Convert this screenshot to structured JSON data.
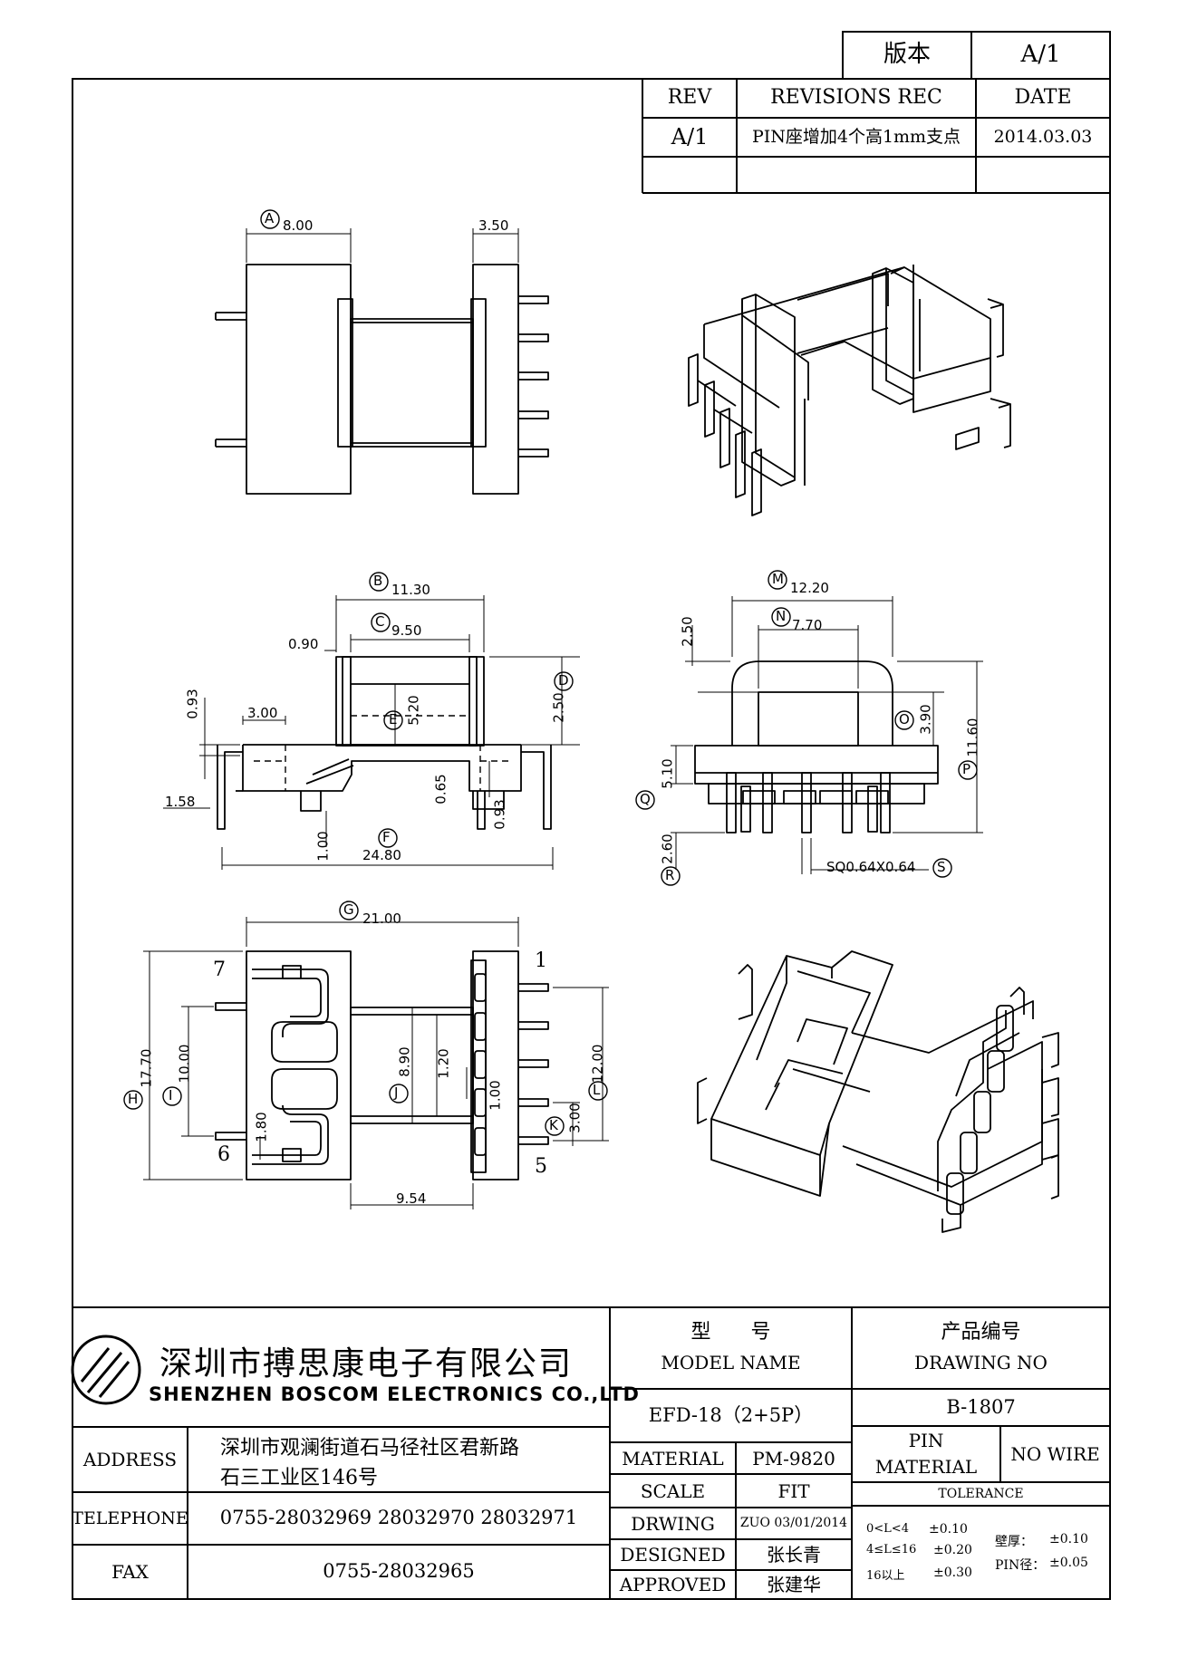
{
  "version_box": {
    "label": "版本",
    "value": "A/1"
  },
  "revision_table": {
    "headers": {
      "rev": "REV",
      "revisions": "REVISIONS REC",
      "date": "DATE"
    },
    "rows": [
      {
        "rev": "A/1",
        "record": "PIN座增加4个高1mm支点",
        "date": "2014.03.03"
      }
    ]
  },
  "top_view": {
    "dim_a": "8.00",
    "dim_a_tag": "A",
    "dim_right": "3.50"
  },
  "side_view": {
    "dim_b": "11.30",
    "dim_b_tag": "B",
    "dim_c": "9.50",
    "dim_c_tag": "C",
    "dim_090": "0.90",
    "dim_093_left": "0.93",
    "dim_300": "3.00",
    "dim_e": "5.20",
    "dim_e_tag": "E",
    "dim_d": "2.50",
    "dim_d_tag": "D",
    "dim_065": "0.65",
    "dim_093_right": "0.93",
    "dim_158": "1.58",
    "dim_100": "1.00",
    "dim_f": "24.80",
    "dim_f_tag": "F"
  },
  "end_view": {
    "dim_m": "12.20",
    "dim_m_tag": "M",
    "dim_n": "7.70",
    "dim_n_tag": "N",
    "dim_250": "2.50",
    "dim_o": "3.90",
    "dim_o_tag": "O",
    "dim_p": "11.60",
    "dim_p_tag": "P",
    "dim_q": "5.10",
    "dim_q_tag": "Q",
    "dim_r": "2.60",
    "dim_r_tag": "R",
    "dim_s": "SQ0.64X0.64",
    "dim_s_tag": "S"
  },
  "bottom_view": {
    "dim_g": "21.00",
    "dim_g_tag": "G",
    "dim_h": "17.70",
    "dim_h_tag": "H",
    "dim_i": "10.00",
    "dim_i_tag": "I",
    "dim_180": "1.80",
    "dim_j": "8.90",
    "dim_j_tag": "J",
    "dim_120": "1.20",
    "dim_100": "1.00",
    "dim_k": "3.00",
    "dim_k_tag": "K",
    "dim_l": "12.00",
    "dim_l_tag": "L",
    "dim_954": "9.54",
    "pin_7": "7",
    "pin_6": "6",
    "pin_1": "1",
    "pin_5": "5"
  },
  "title_block": {
    "company_cn": "深圳市搏思康电子有限公司",
    "company_en": "SHENZHEN BOSCOM ELECTRONICS CO.,LTD",
    "model_label_cn": "型　　号",
    "model_label_en": "MODEL NAME",
    "model_value": "EFD-18（2+5P）",
    "drawing_label_cn": "产品编号",
    "drawing_label_en": "DRAWING NO",
    "drawing_value": "B-1807",
    "address_label": "ADDRESS",
    "address_line1": "深圳市观澜街道石马径社区君新路",
    "address_line2": "石三工业区146号",
    "telephone_label": "TELEPHONE",
    "telephone_value": "0755-28032969 28032970 28032971",
    "fax_label": "FAX",
    "fax_value": "0755-28032965",
    "material_label": "MATERIAL",
    "material_value": "PM-9820",
    "scale_label": "SCALE",
    "scale_value": "FIT",
    "drwing_label": "DRWING",
    "drwing_value": "ZUO 03/01/2014",
    "designed_label": "DESIGNED",
    "designed_value": "张长青",
    "approved_label": "APPROVED",
    "approved_value": "张建华",
    "pin_material_label_1": "PIN",
    "pin_material_label_2": "MATERIAL",
    "pin_material_value": "NO WIRE",
    "tolerance_label": "TOLERANCE",
    "tol_row1_range": "0<L<4",
    "tol_row1_value": "±0.10",
    "tol_row2_range": "4≤L≤16",
    "tol_row2_value": "±0.20",
    "tol_row3_range": "16以上",
    "tol_row3_value": "±0.30",
    "wall_label": "壁厚：",
    "wall_value": "±0.10",
    "pin_dia_label": "PIN径：",
    "pin_dia_value": "±0.05"
  }
}
